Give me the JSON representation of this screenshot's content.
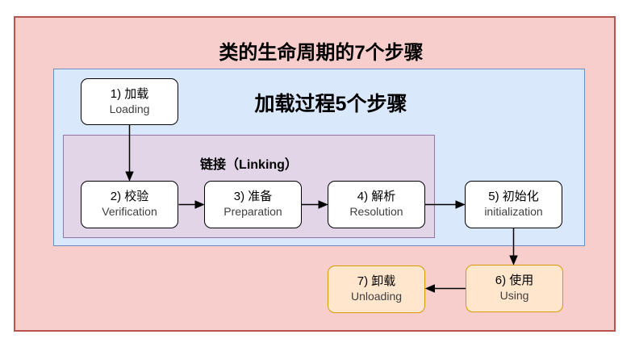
{
  "diagram": {
    "title": "类的生命周期的7个步骤",
    "containers": {
      "outer": {
        "fill": "#f8cecc",
        "border": "#b85450"
      },
      "loading_process": {
        "label": "加载过程5个步骤",
        "fill": "#dae8fc",
        "border": "#6c8ebf"
      },
      "linking": {
        "label": "链接（Linking）",
        "fill": "#e1d5e7",
        "border": "#9673a6"
      }
    },
    "nodes": [
      {
        "id": "loading",
        "line1": "1) 加载",
        "line2": "Loading",
        "fill": "#ffffff",
        "border": "#000000"
      },
      {
        "id": "verification",
        "line1": "2) 校验",
        "line2": "Verification",
        "fill": "#ffffff",
        "border": "#000000"
      },
      {
        "id": "preparation",
        "line1": "3) 准备",
        "line2": "Preparation",
        "fill": "#ffffff",
        "border": "#000000"
      },
      {
        "id": "resolution",
        "line1": "4) 解析",
        "line2": "Resolution",
        "fill": "#ffffff",
        "border": "#000000"
      },
      {
        "id": "initialization",
        "line1": "5) 初始化",
        "line2": "initialization",
        "fill": "#ffffff",
        "border": "#000000"
      },
      {
        "id": "using",
        "line1": "6) 使用",
        "line2": "Using",
        "fill": "#ffe6cc",
        "border": "#d79b00"
      },
      {
        "id": "unloading",
        "line1": "7) 卸载",
        "line2": "Unloading",
        "fill": "#ffe6cc",
        "border": "#d79b00"
      }
    ],
    "edges": [
      {
        "from": "loading",
        "to": "verification",
        "direction": "down"
      },
      {
        "from": "verification",
        "to": "preparation",
        "direction": "right"
      },
      {
        "from": "preparation",
        "to": "resolution",
        "direction": "right"
      },
      {
        "from": "resolution",
        "to": "initialization",
        "direction": "right"
      },
      {
        "from": "initialization",
        "to": "using",
        "direction": "down"
      },
      {
        "from": "using",
        "to": "unloading",
        "direction": "left"
      }
    ]
  }
}
